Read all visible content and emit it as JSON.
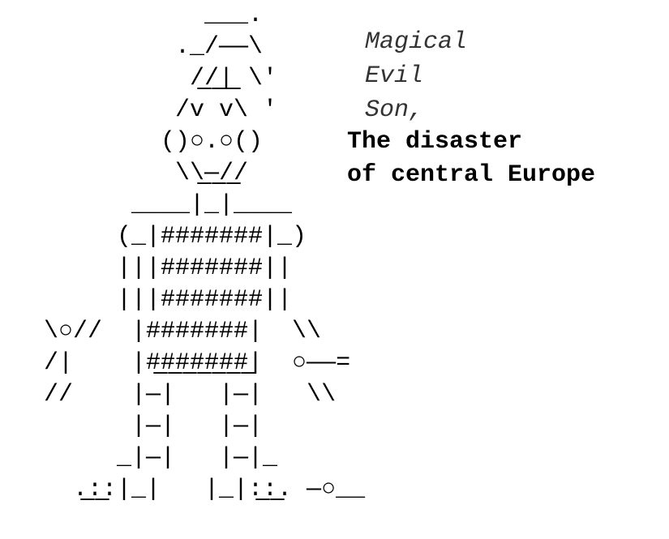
{
  "art": {
    "lines": [
      "              ___.",
      "            ._/——\\",
      "             /̲/̲|̲ \\'",
      "            /v v\\ '",
      "           ()○.○()",
      "            \\\\̲—̲/̲/",
      "         ____|_|____",
      "        (_|#######|_)",
      "        |||#######||",
      "        |||#######||",
      "   \\○//  |#######|  \\\\",
      "   /|    |#̲#̲#̲#̲#̲#̲#̲|  ○——=",
      "   //    |—|   |—|   \\\\",
      "         |—|   |—|",
      "        _|—|   |—|_",
      "     .̲:̲:|_|   |_|:̲:̲. —○__"
    ]
  },
  "captions": {
    "line1": "Magical",
    "line2": "Evil",
    "line3": "Son,",
    "line4": "The disaster",
    "line5": "of central Europe"
  }
}
